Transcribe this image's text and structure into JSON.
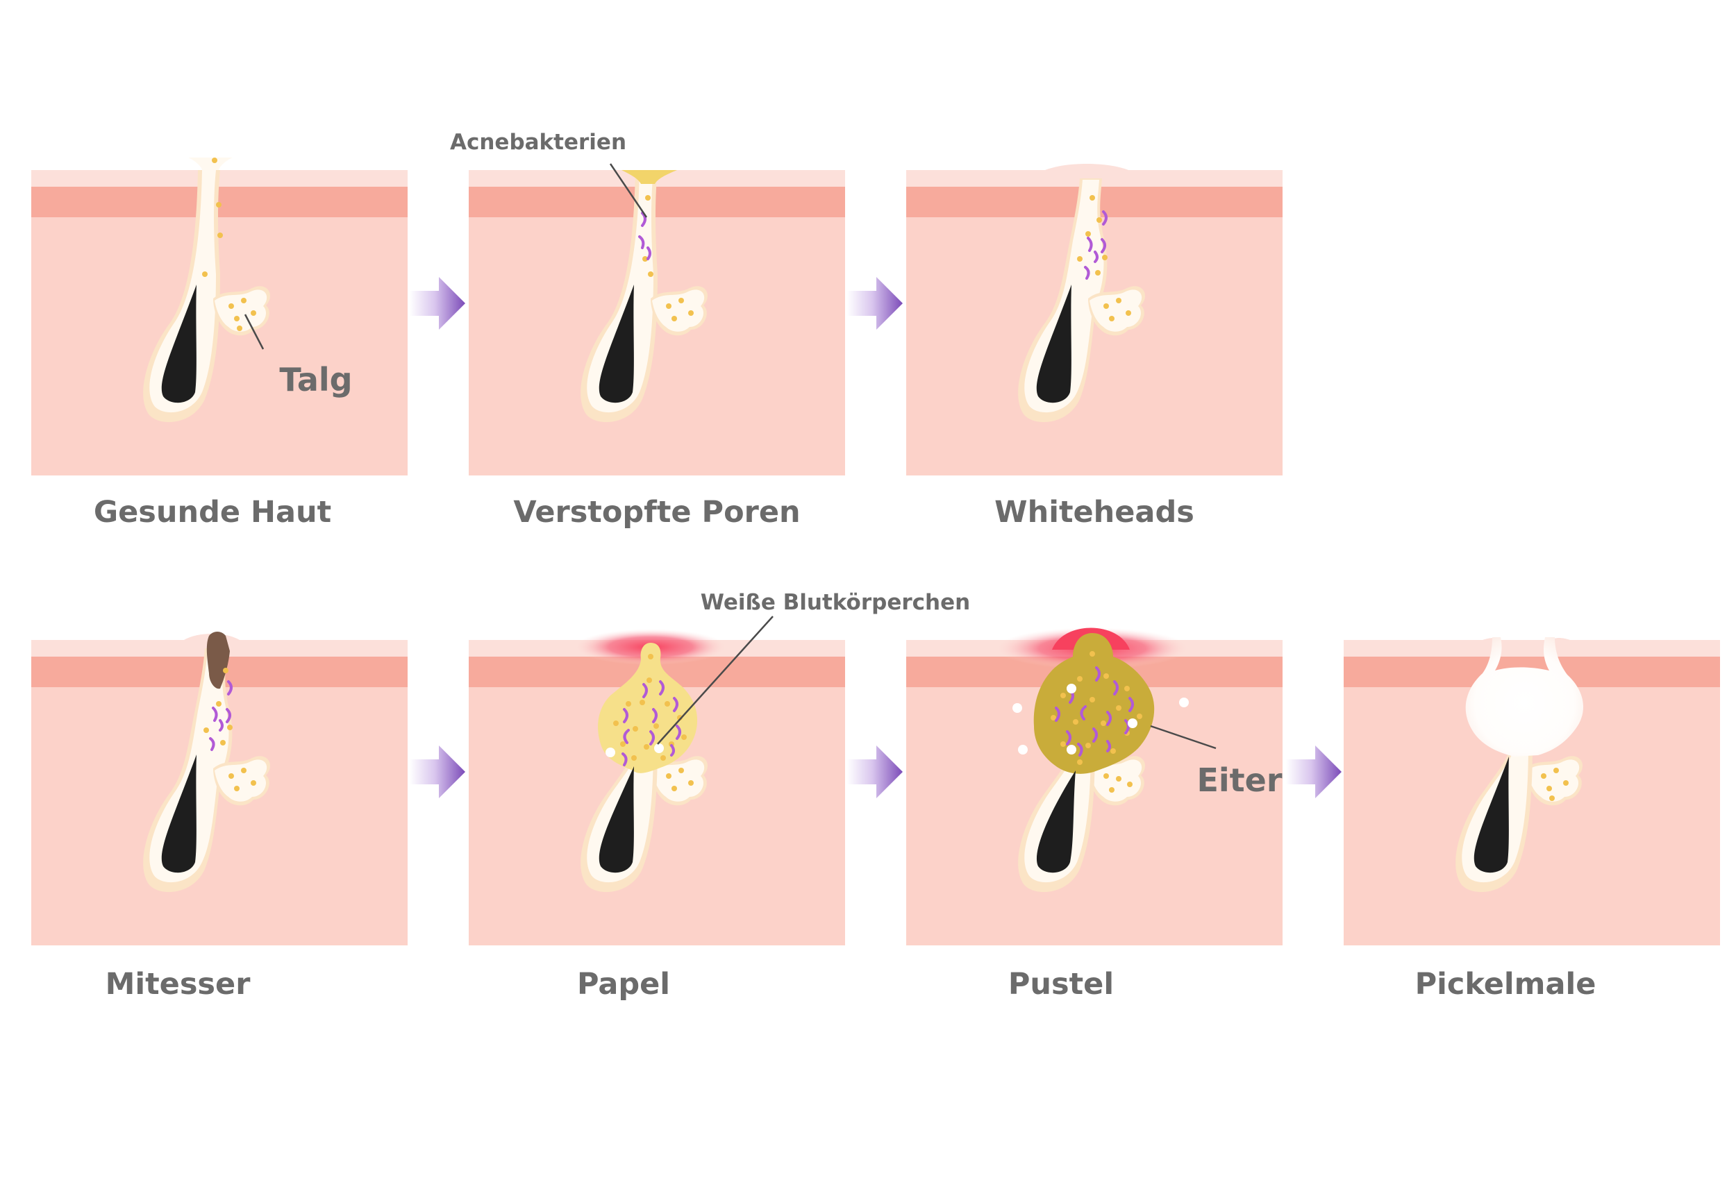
{
  "stages": [
    {
      "id": "gesunde-haut",
      "label": "Gesunde Haut"
    },
    {
      "id": "verstopfte-poren",
      "label": "Verstopfte Poren"
    },
    {
      "id": "whiteheads",
      "label": "Whiteheads"
    },
    {
      "id": "mitesser",
      "label": "Mitesser"
    },
    {
      "id": "papel",
      "label": "Papel"
    },
    {
      "id": "pustel",
      "label": "Pustel"
    },
    {
      "id": "pickelmale",
      "label": "Pickelmale"
    }
  ],
  "callouts": {
    "talg": "Talg",
    "acnebakterien": "Acnebakterien",
    "weisse_blutkoerperchen": "Weiße Blutkörperchen",
    "eiter": "Eiter"
  },
  "colors": {
    "skin": "#fcd2c9",
    "epidermis_band": "#f7aa9c",
    "surface": "#fce0da",
    "follicle": "#fff9f0",
    "follicle_edge": "#fbe4c6",
    "hair": "#1e1e1e",
    "sebum_dot": "#f2c14e",
    "bacteria": "#b15ad6",
    "plug_yellow": "#f2d46a",
    "blackhead": "#7a5a48",
    "papule_fill": "#f6e08a",
    "pus": "#c9ac3a",
    "inflammation": "#f7415e",
    "arrow": "#7b4bb8",
    "text": "#6b6b6b"
  }
}
